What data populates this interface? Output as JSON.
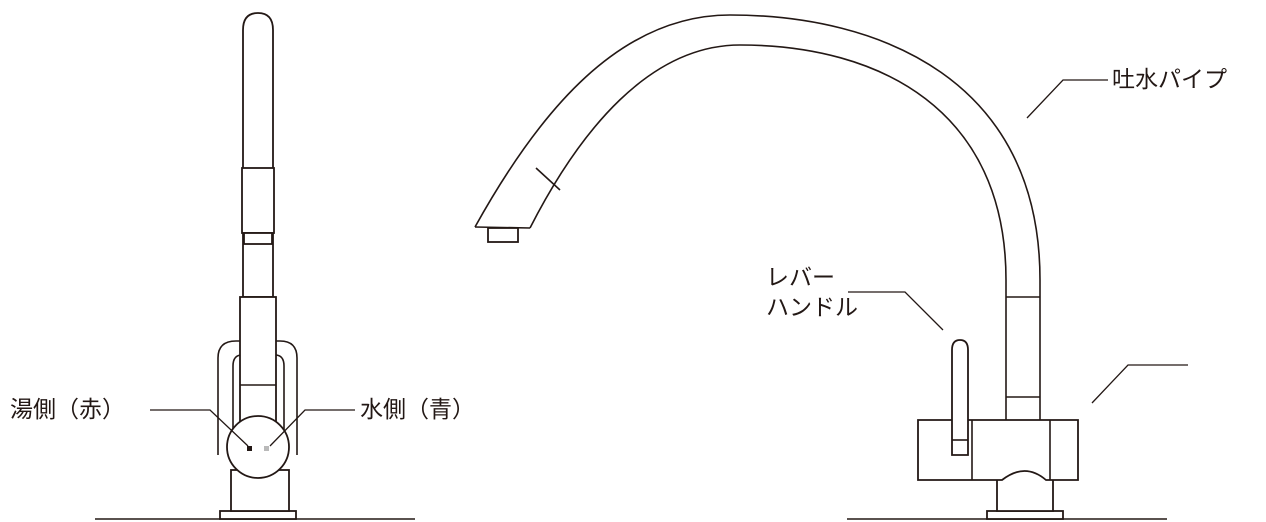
{
  "labels": {
    "hot_side": "湯側（赤）",
    "cold_side": "水側（青）",
    "spout_pipe": "吐水パイプ",
    "lever_line1": "レバー",
    "lever_line2": "ハンドル",
    "unlabeled_leader": ""
  },
  "colors": {
    "line": "#231815",
    "hot_marker": "#231815",
    "cold_marker": "#b9b9b9",
    "background": "#ffffff"
  }
}
